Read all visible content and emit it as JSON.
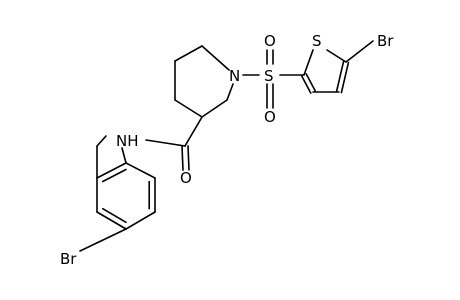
{
  "molecule": {
    "atom_labels": {
      "n_piperidine": "N",
      "sulfur_sulfonyl": "S",
      "oxygen_sulfonyl_top": "O",
      "oxygen_sulfonyl_bottom": "O",
      "sulfur_thiophene": "S",
      "bromine_thiophene": "Br",
      "amide_nh": "NH",
      "oxygen_carbonyl": "O",
      "bromine_phenyl": "Br"
    }
  }
}
